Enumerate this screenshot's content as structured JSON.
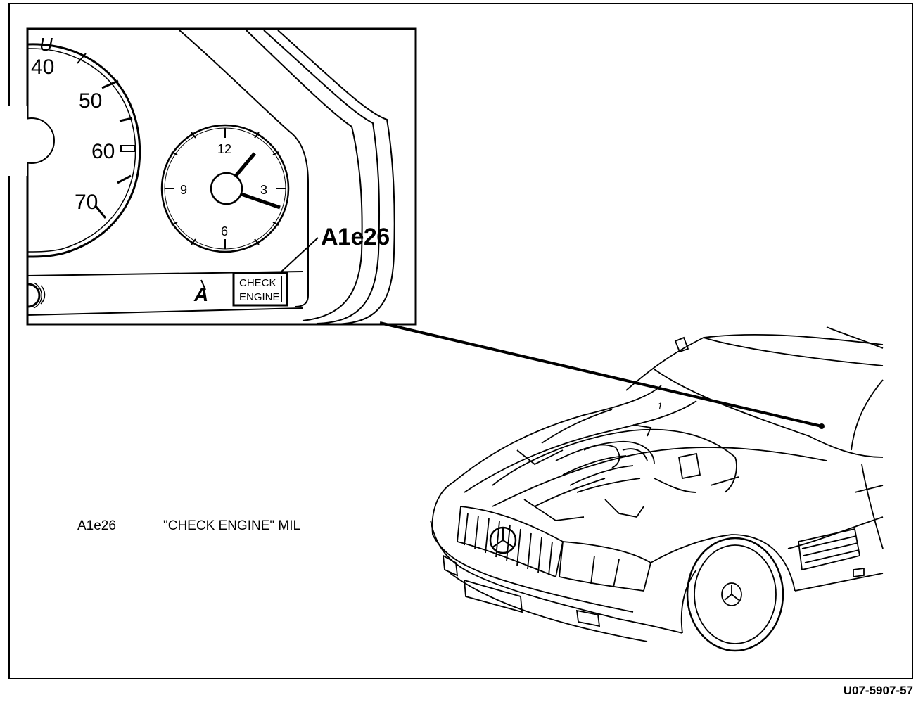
{
  "callout": {
    "label": "A1e26"
  },
  "legend": {
    "code": "A1e26",
    "description": "\"CHECK ENGINE\" MIL"
  },
  "figure_id": "U07-5907-57",
  "cluster": {
    "speedo_numbers": [
      "40",
      "50",
      "60",
      "70"
    ],
    "speedo_partial": "U",
    "clock_numbers": [
      "12",
      "3",
      "6",
      "9"
    ],
    "warning_lamp": {
      "line1": "CHECK",
      "line2": "ENGINE"
    },
    "seatbelt_symbol": "A"
  },
  "car": {
    "marker": "1"
  }
}
